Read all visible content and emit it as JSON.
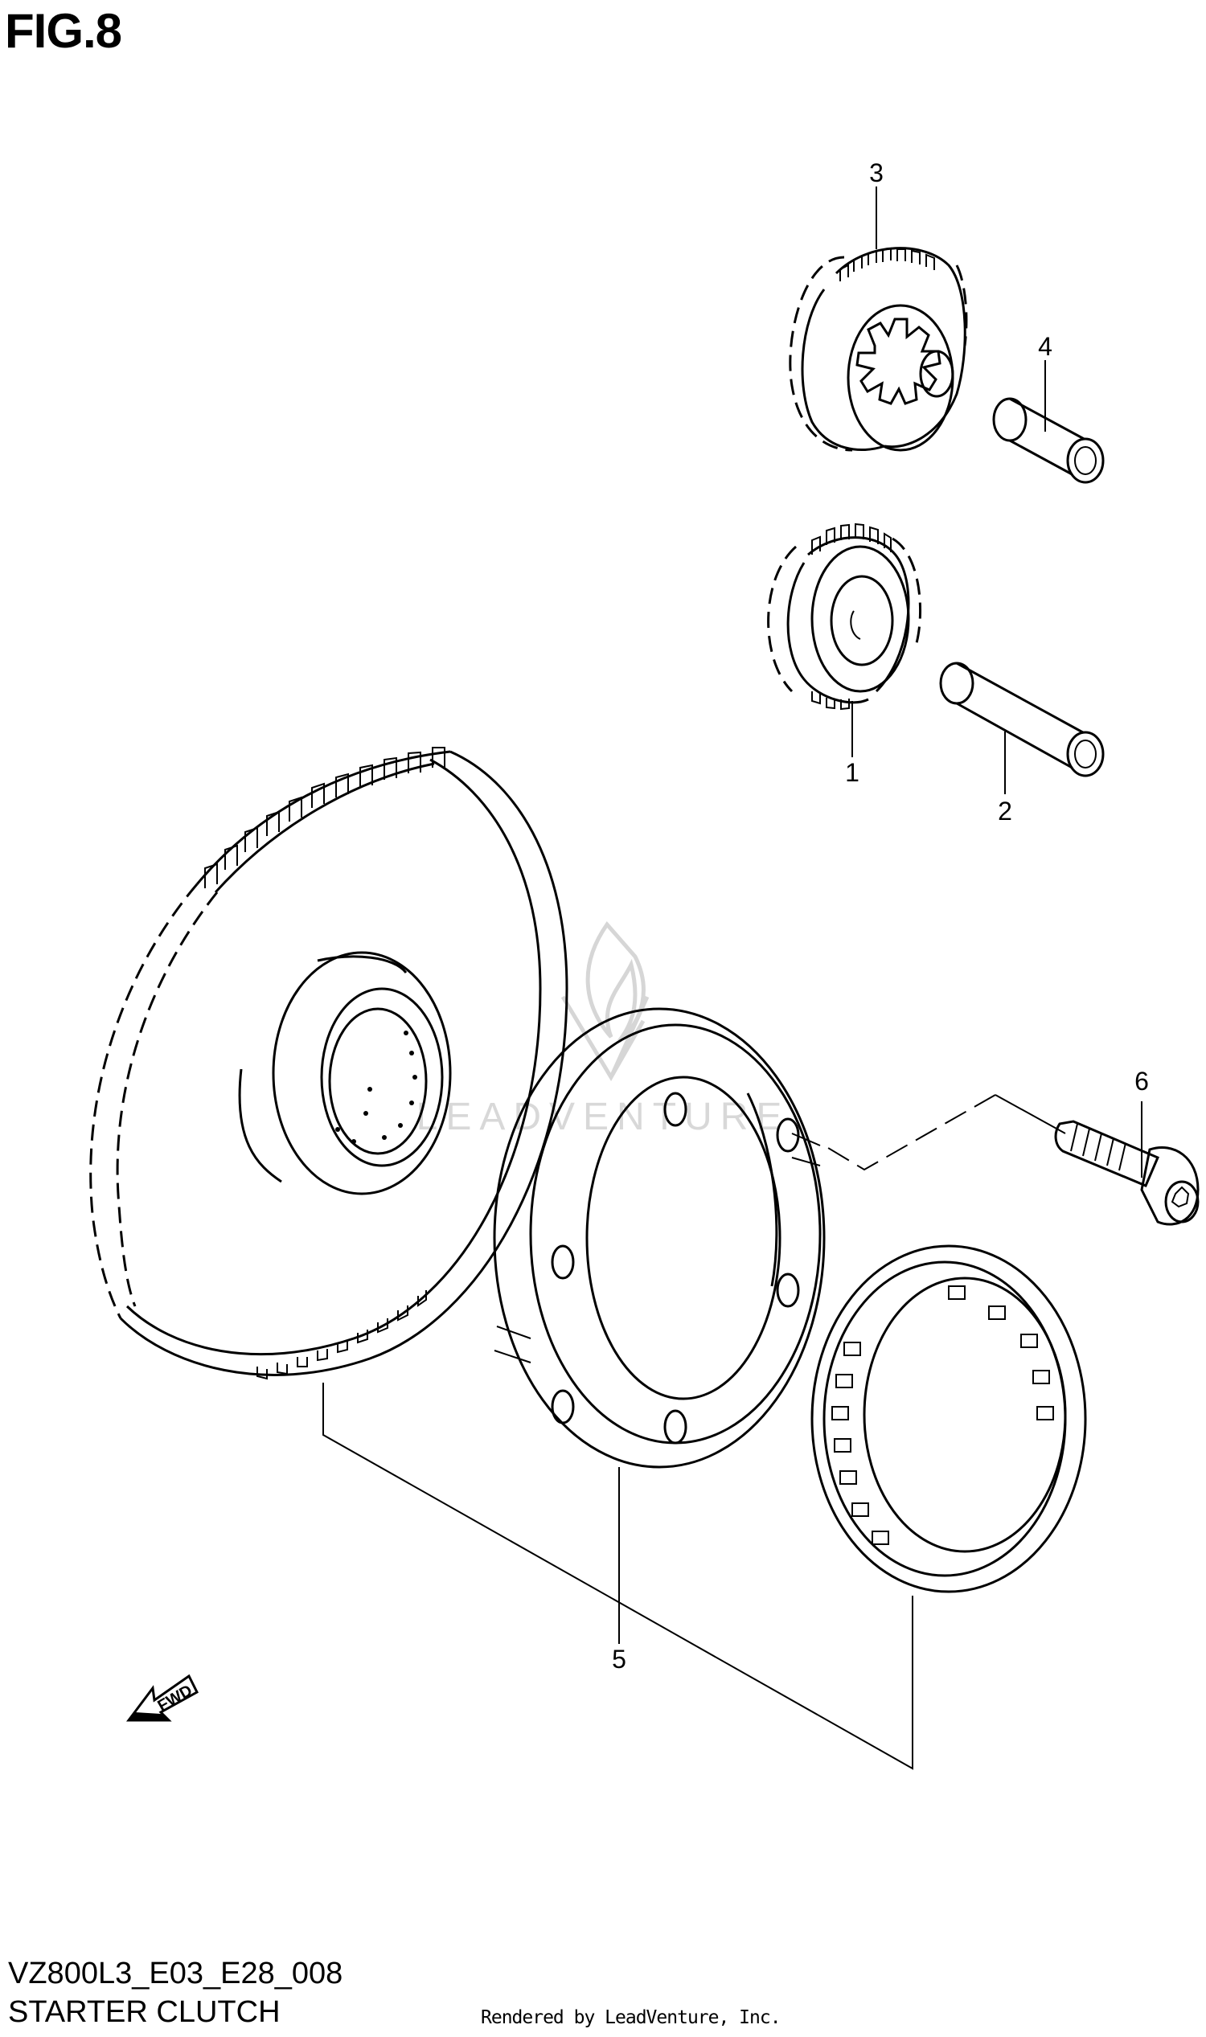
{
  "header": {
    "figure_label": "FIG.8"
  },
  "parts": [
    {
      "ref": "1"
    },
    {
      "ref": "2"
    },
    {
      "ref": "3"
    },
    {
      "ref": "4"
    },
    {
      "ref": "5"
    },
    {
      "ref": "6"
    }
  ],
  "direction_marker": {
    "label": "FWD"
  },
  "watermark": {
    "text": "LEADVENTURE"
  },
  "footer": {
    "model_code": "VZ800L3_E03_E28_008",
    "diagram_name": "STARTER CLUTCH",
    "credit": "Rendered by LeadVenture, Inc."
  }
}
